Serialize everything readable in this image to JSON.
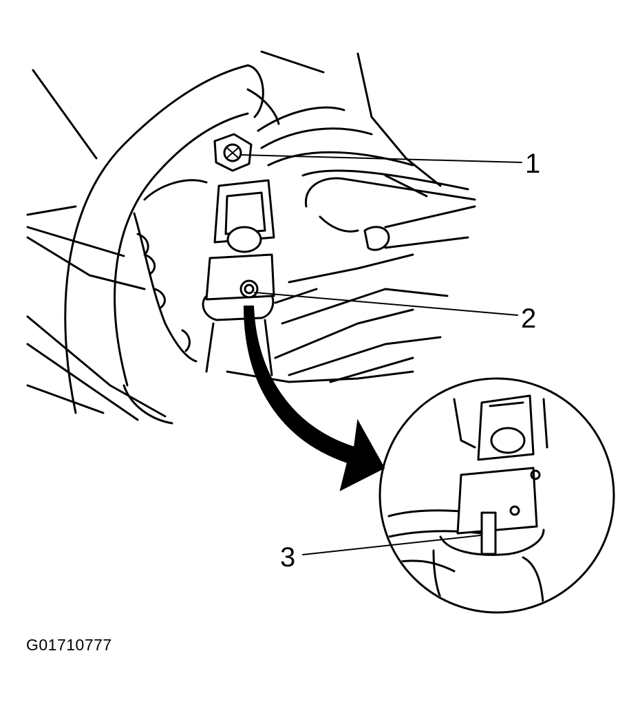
{
  "figure": {
    "figure_id": "G01710777",
    "colors": {
      "ink": "#000000",
      "paper": "#ffffff"
    }
  },
  "callouts": [
    {
      "number": "1"
    },
    {
      "number": "2"
    },
    {
      "number": "3"
    }
  ],
  "icons": [
    "pinch-bolt-icon",
    "steering-shaft-joint-icon",
    "alignment-mark-icon",
    "curved-arrow-icon",
    "detail-magnifier-icon"
  ]
}
